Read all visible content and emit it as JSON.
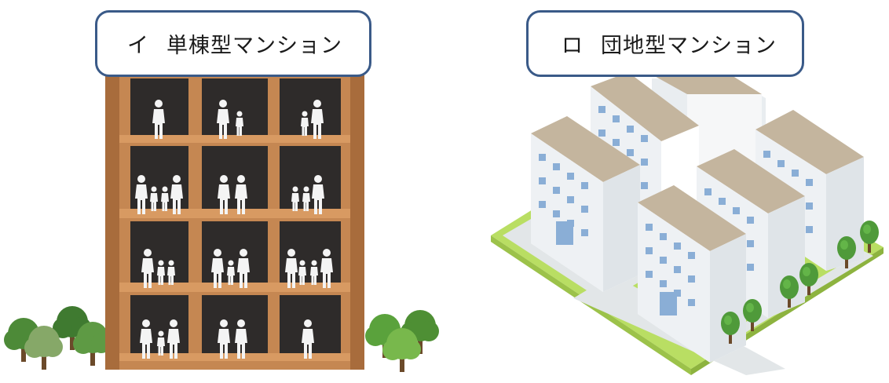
{
  "left_panel": {
    "marker": "イ",
    "title": "単棟型マンション"
  },
  "right_panel": {
    "marker": "ロ",
    "title": "団地型マンション"
  },
  "colors": {
    "label_border": "#3a5a88",
    "shelf_wood": "#c58752",
    "shelf_interior": "#2e2b2a",
    "building_wall": "#f2f4f6",
    "building_roof": "#c4b59e",
    "window": "#8aaed6",
    "lawn": "#b9de63",
    "tree_green": "#6fae3a"
  },
  "icons": [
    "tree-icon",
    "family-icon",
    "apartment-building-icon"
  ]
}
